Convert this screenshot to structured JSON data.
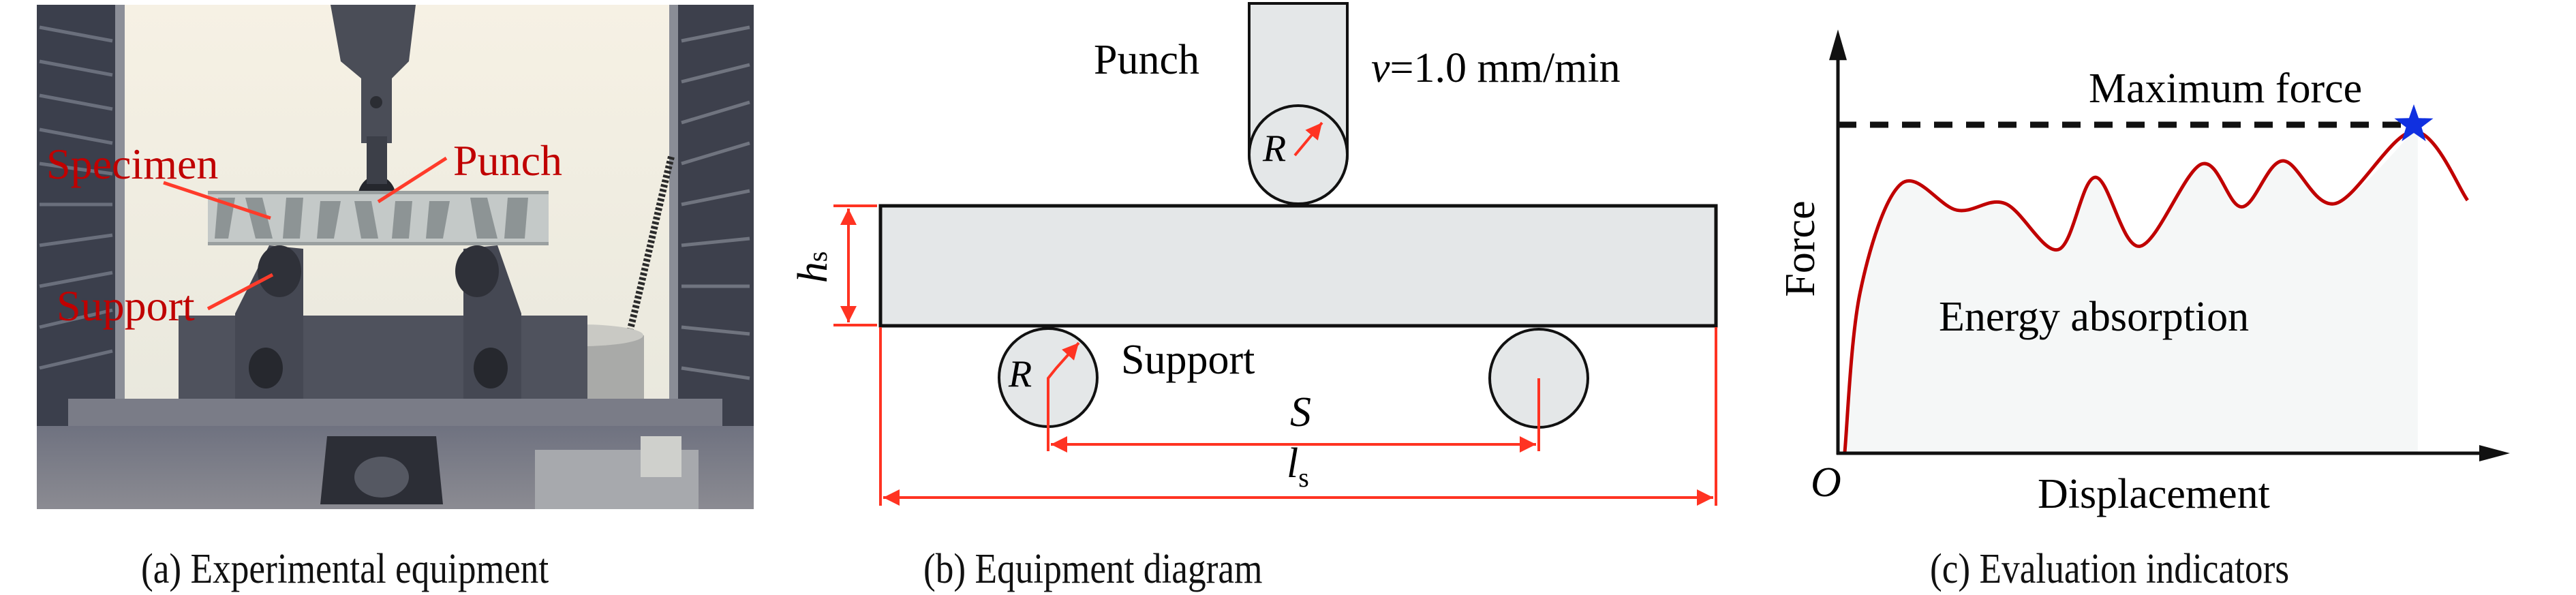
{
  "figure": {
    "panels": [
      {
        "id": "a",
        "caption": "(a) Experimental equipment",
        "photo_labels": {
          "punch": "Punch",
          "specimen": "Specimen",
          "support": "Support"
        },
        "label_color": "#c00000",
        "leader_color": "#ff3b2a"
      },
      {
        "id": "b",
        "caption": "(b) Equipment diagram",
        "labels": {
          "punch": "Punch",
          "velocity_symbol": "v",
          "velocity_value": "=1.0 mm/min",
          "support": "Support",
          "radius_symbol_punch": "R",
          "radius_symbol_support": "R",
          "span_symbol": "S",
          "length_symbol": "l",
          "length_subscript": "s",
          "height_symbol": "h",
          "height_subscript": "s"
        },
        "colors": {
          "dimension": "#ff3322",
          "body_fill": "#e4e7e8",
          "outline": "#111111"
        }
      },
      {
        "id": "c",
        "caption": "(c) Evaluation indicators"
      }
    ]
  },
  "chart_data": {
    "type": "line",
    "title": "",
    "xlabel": "Displacement",
    "ylabel": "Force",
    "origin_label": "O",
    "xlim": [
      0,
      10
    ],
    "ylim": [
      0,
      1.29
    ],
    "grid": false,
    "ticks": "none",
    "series": [
      {
        "name": "Force-displacement curve",
        "color": "#c00000",
        "x": [
          0.1,
          0.33,
          0.94,
          1.77,
          2.49,
          3.28,
          3.83,
          4.49,
          5.41,
          6.01,
          6.62,
          7.4,
          8.57,
          9.37
        ],
        "y": [
          0.0,
          0.49,
          0.82,
          0.74,
          0.76,
          0.62,
          0.84,
          0.63,
          0.88,
          0.75,
          0.89,
          0.76,
          0.98,
          0.77
        ]
      }
    ],
    "annotations": [
      {
        "type": "hline",
        "label": "Maximum force",
        "y": 1.0,
        "style": "dashed",
        "color": "#111111"
      },
      {
        "type": "marker",
        "shape": "star",
        "x": 8.57,
        "y": 1.0,
        "color": "#1030e0"
      },
      {
        "type": "area",
        "label": "Energy absorption",
        "x_end": 8.63,
        "color": "#f5f7f7"
      }
    ]
  }
}
